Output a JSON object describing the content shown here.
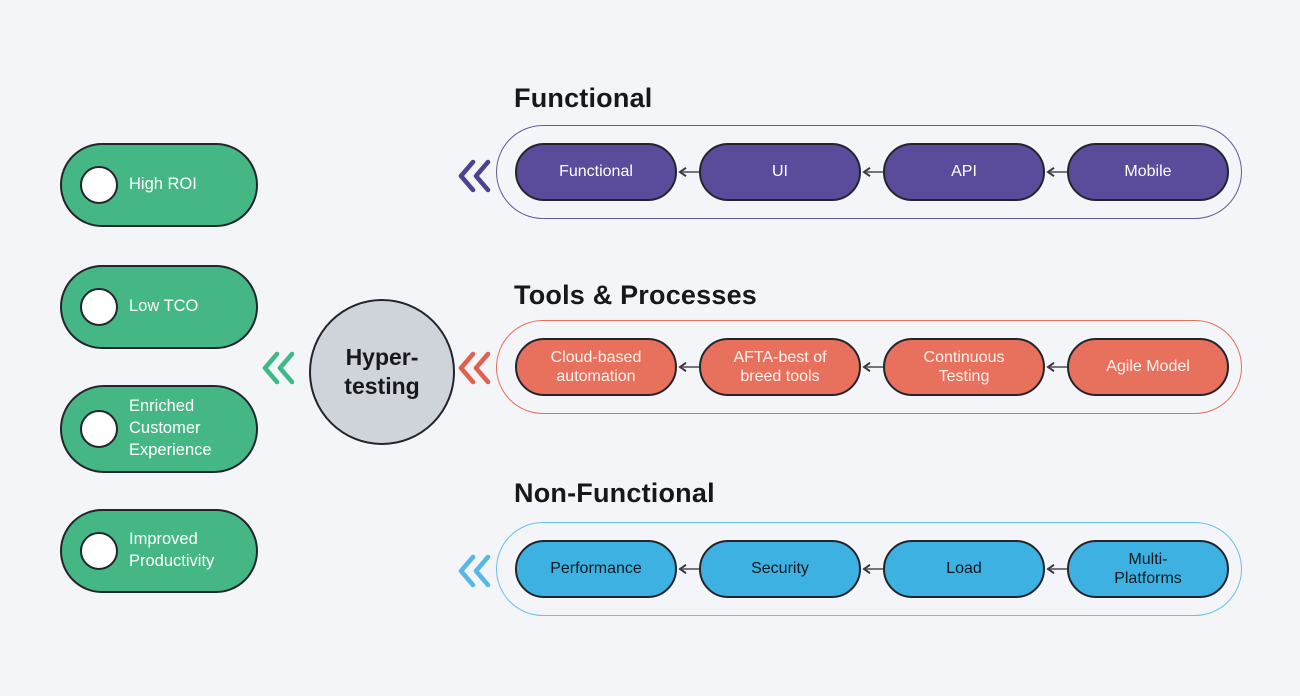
{
  "diagram": {
    "hub": {
      "label": "Hyper-testing"
    },
    "benefits": {
      "items": [
        {
          "label": "High ROI"
        },
        {
          "label": "Low TCO"
        },
        {
          "label": "Enriched Customer Experience"
        },
        {
          "label": "Improved Productivity"
        }
      ]
    },
    "groups": [
      {
        "title": "Functional",
        "pills": [
          "Functional",
          "UI",
          "API",
          "Mobile"
        ]
      },
      {
        "title": "Tools & Processes",
        "pills": [
          "Cloud-based automation",
          "AFTA-best of breed tools",
          "Continuous Testing",
          "Agile Model"
        ]
      },
      {
        "title": "Non-Functional",
        "pills": [
          "Performance",
          "Security",
          "Load",
          "Multi-Platforms"
        ]
      }
    ],
    "icons": {
      "chevrons": [
        {
          "name": "double-chevron-left-green",
          "color": "#3fb98a"
        },
        {
          "name": "double-chevron-left-purple",
          "color": "#4b4390"
        },
        {
          "name": "double-chevron-left-red",
          "color": "#e2604f"
        },
        {
          "name": "double-chevron-left-blue",
          "color": "#58b7e6"
        }
      ],
      "pill_arrow_color": "#73767e"
    },
    "colors": {
      "background": "#f4f5f8",
      "benefit_green": "#45b784",
      "hub_gray": "#cfd4da",
      "functional_purple": "#5a4b9b",
      "tools_red": "#e8715e",
      "nonfunctional_blue": "#3db1e1",
      "node_border_dark": "#23242c",
      "functional_track_border": "#5c5d9e",
      "tools_track_border": "#e4705c",
      "nonfunctional_track_border": "#69c0e8"
    }
  }
}
